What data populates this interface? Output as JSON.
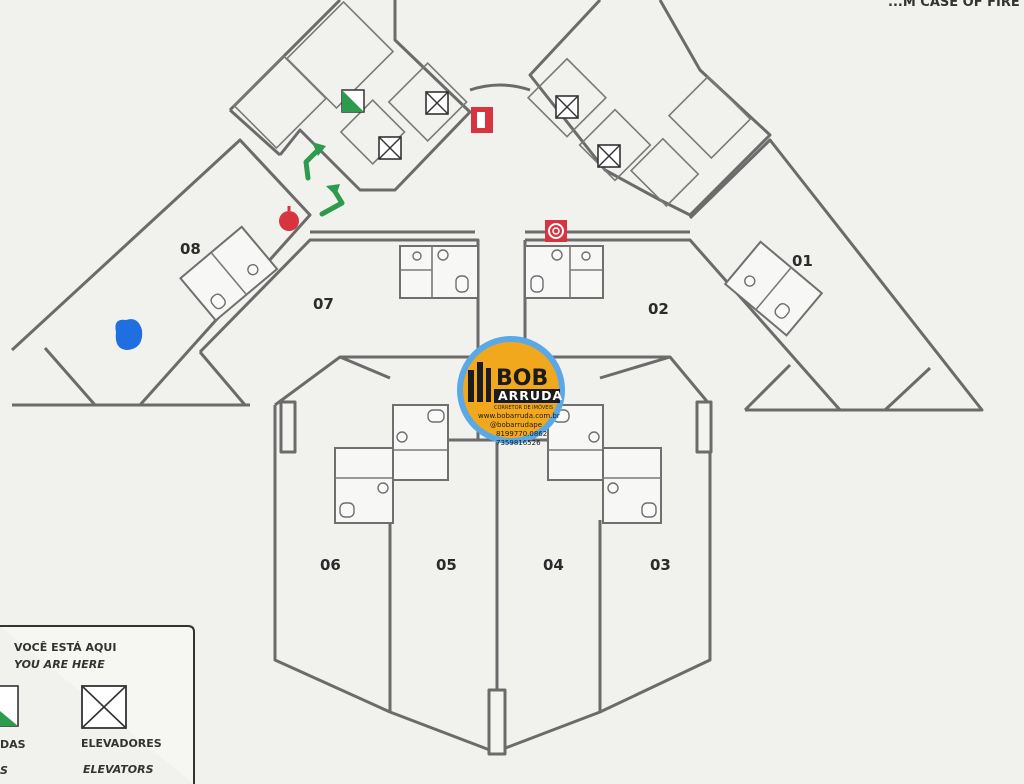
{
  "header": {
    "partial_title": "...M CASE OF FIRE"
  },
  "units": [
    {
      "id": "08",
      "label": "08"
    },
    {
      "id": "07",
      "label": "07"
    },
    {
      "id": "02",
      "label": "02"
    },
    {
      "id": "01",
      "label": "01"
    },
    {
      "id": "06",
      "label": "06"
    },
    {
      "id": "05",
      "label": "05"
    },
    {
      "id": "04",
      "label": "04"
    },
    {
      "id": "03",
      "label": "03"
    }
  ],
  "legend": {
    "you_are_here_pt": "VOCÊ ESTÁ AQUI",
    "you_are_here_en": "YOU ARE HERE",
    "stairs_pt_partial": "DAS",
    "stairs_en_partial": "S",
    "elevators_pt": "ELEVADORES",
    "elevators_en": "ELEVATORS"
  },
  "watermark": {
    "brand": "BOB",
    "sub": "ARRUDA",
    "tagline": "CORRETOR DE IMÓVEIS",
    "website": "www.bobarruda.com.br",
    "instagram": "@bobarrudape",
    "phone_1": "8199770.0862",
    "phone_2": "7359816526"
  },
  "colors": {
    "background": "#f1f1ee",
    "walls": "#6b6b6b",
    "exit_arrow": "#2e9a4e",
    "fire_equipment": "#d8343f",
    "you_are_here_dot": "#1f6fe0",
    "logo_ring": "#5aa8e6",
    "logo_fill": "#f2a81d"
  },
  "icons": [
    "stairs-icon",
    "elevator-icon",
    "fire-extinguisher-icon",
    "fire-alarm-icon",
    "hydrant-icon",
    "exit-arrow-icon",
    "you-are-here-marker"
  ]
}
